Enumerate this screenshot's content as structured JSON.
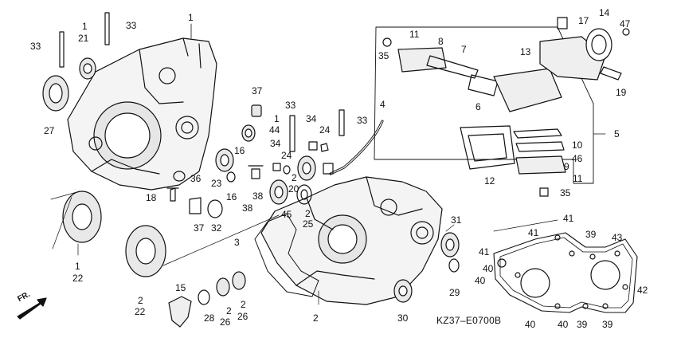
{
  "diagram": {
    "drawing_code": "KZ37–E0700B",
    "direction_mark": "FR.",
    "callouts": [
      "1",
      "33",
      "33",
      "21",
      "1",
      "27",
      "37",
      "1",
      "44",
      "33",
      "34",
      "24",
      "33",
      "4",
      "16",
      "34",
      "24",
      "36",
      "23",
      "16",
      "38",
      "2",
      "20",
      "45",
      "25",
      "2",
      "18",
      "37",
      "32",
      "38",
      "31",
      "3",
      "1",
      "22",
      "2",
      "22",
      "15",
      "28",
      "2",
      "26",
      "2",
      "26",
      "2",
      "30",
      "29",
      "11",
      "8",
      "7",
      "35",
      "6",
      "17",
      "14",
      "47",
      "13",
      "19",
      "5",
      "10",
      "46",
      "9",
      "12",
      "11",
      "35",
      "41",
      "41",
      "39",
      "43",
      "41",
      "40",
      "40",
      "42",
      "40",
      "40",
      "39",
      "39"
    ]
  }
}
